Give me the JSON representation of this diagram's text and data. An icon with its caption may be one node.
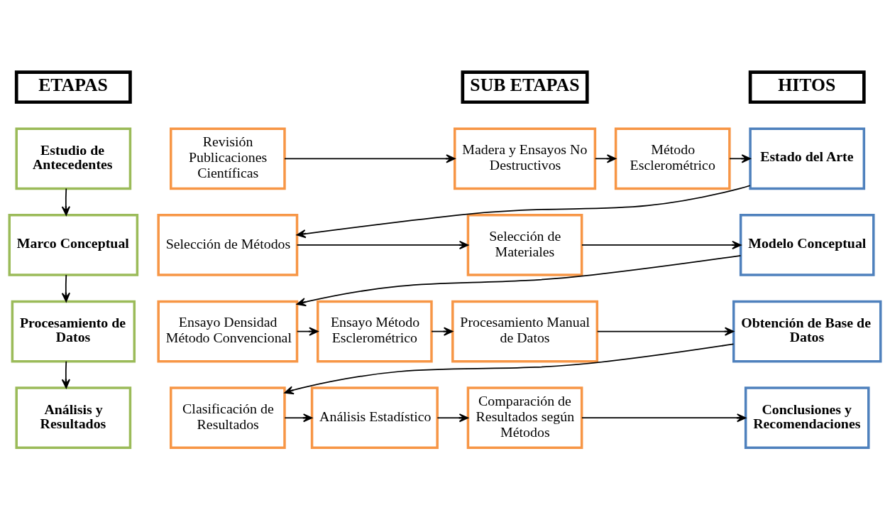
{
  "diagram": {
    "nodes": [
      {
        "text": [
          "ETAPAS"
        ]
      },
      {
        "text": [
          "SUB ETAPAS"
        ]
      },
      {
        "text": [
          "HITOS"
        ]
      },
      {
        "text": [
          "Estudio de Antecedentes"
        ]
      },
      {
        "text": [
          "Revisión Publicaciones Científicas"
        ]
      },
      {
        "text": [
          "Madera y Ensayos No Destructivos"
        ]
      },
      {
        "text": [
          "Método Esclerométrico"
        ]
      },
      {
        "text": [
          "Estado del Arte"
        ]
      },
      {
        "text": [
          "Marco Conceptual"
        ]
      },
      {
        "text": [
          "Selección de Métodos"
        ]
      },
      {
        "text": [
          "Selección de Materiales"
        ]
      },
      {
        "text": [
          "Modelo Conceptual"
        ]
      },
      {
        "text": [
          "Procesamiento de Datos"
        ]
      },
      {
        "text": [
          "Ensayo Densidad Método Convencional"
        ]
      },
      {
        "text": [
          "Ensayo Método Esclerométrico"
        ]
      },
      {
        "text": [
          "Procesamiento Manual de Datos"
        ]
      },
      {
        "text": [
          "Obtención de Base de Datos"
        ]
      },
      {
        "text": [
          "Análisis y Resultados"
        ]
      },
      {
        "text": [
          "Clasificación de Resultados"
        ]
      },
      {
        "text": [
          "Análisis Estadístico"
        ]
      },
      {
        "text": [
          "Comparación de Resultados según Métodos"
        ]
      },
      {
        "text": [
          "Conclusiones y Recomendaciones"
        ]
      }
    ],
    "edges": [
      {
        "from": 3,
        "to": 8,
        "arrow": "to"
      },
      {
        "from": 8,
        "to": 12,
        "arrow": "to"
      },
      {
        "from": 12,
        "to": 17,
        "arrow": "to"
      },
      {
        "from": 4,
        "to": 5,
        "arrow": "to"
      },
      {
        "from": 5,
        "to": 6,
        "arrow": "to"
      },
      {
        "from": 6,
        "to": 7,
        "arrow": "to"
      },
      {
        "from": 7,
        "to": 9,
        "arrow": "to"
      },
      {
        "from": 9,
        "to": 10,
        "arrow": "to"
      },
      {
        "from": 10,
        "to": 11,
        "arrow": "to"
      },
      {
        "from": 11,
        "to": 13,
        "arrow": "to"
      },
      {
        "from": 13,
        "to": 14,
        "arrow": "to"
      },
      {
        "from": 14,
        "to": 15,
        "arrow": "to"
      },
      {
        "from": 15,
        "to": 16,
        "arrow": "to"
      },
      {
        "from": 16,
        "to": 18,
        "arrow": "to"
      },
      {
        "from": 18,
        "to": 19,
        "arrow": "to"
      },
      {
        "from": 19,
        "to": 20,
        "arrow": "to"
      },
      {
        "from": 20,
        "to": 21,
        "arrow": "to"
      }
    ]
  }
}
